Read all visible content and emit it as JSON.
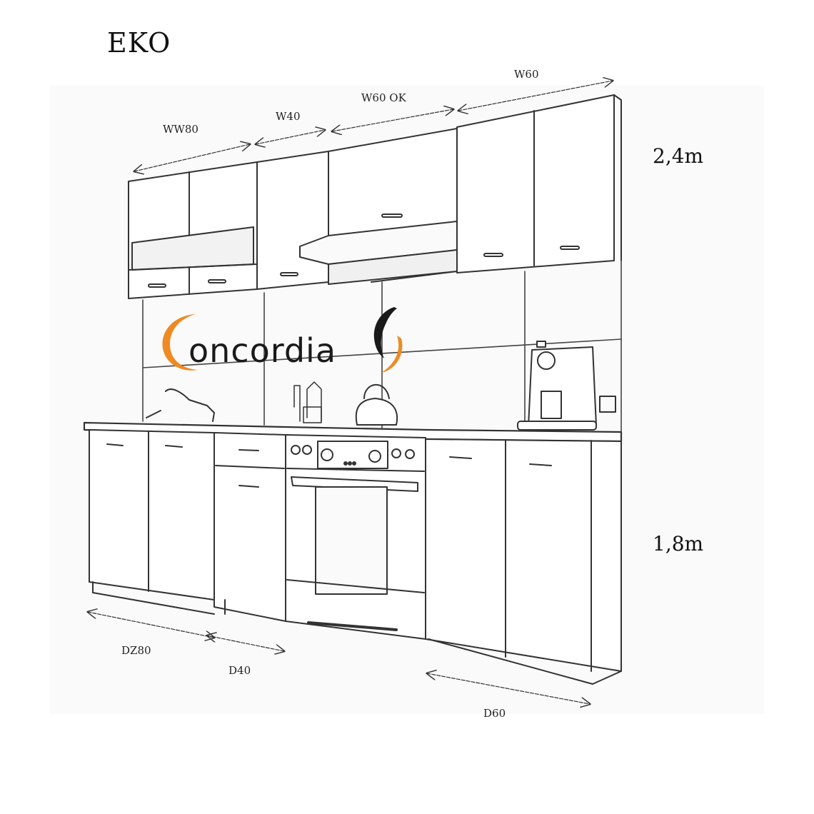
{
  "title": "EKO",
  "brand": {
    "name": "oncordia",
    "initial": "C",
    "accent_color": "#ef8a22",
    "text_color": "#1a1a1a"
  },
  "upper_cabinets": [
    {
      "code": "WW80",
      "label": "WW80"
    },
    {
      "code": "W40",
      "label": "W40"
    },
    {
      "code": "W60 OK",
      "label": "W60 OK"
    },
    {
      "code": "W60",
      "label": "W60"
    }
  ],
  "lower_cabinets": [
    {
      "code": "DZ80",
      "label": "DZ80"
    },
    {
      "code": "D40",
      "label": "D40"
    },
    {
      "code": "D60",
      "label": "D60"
    }
  ],
  "dimensions": {
    "total_upper_width": "2,4m",
    "total_lower_width": "1,8m"
  },
  "appliances": [
    "sink",
    "cooker-hood",
    "oven-stove",
    "kettle",
    "coffee-machine"
  ]
}
